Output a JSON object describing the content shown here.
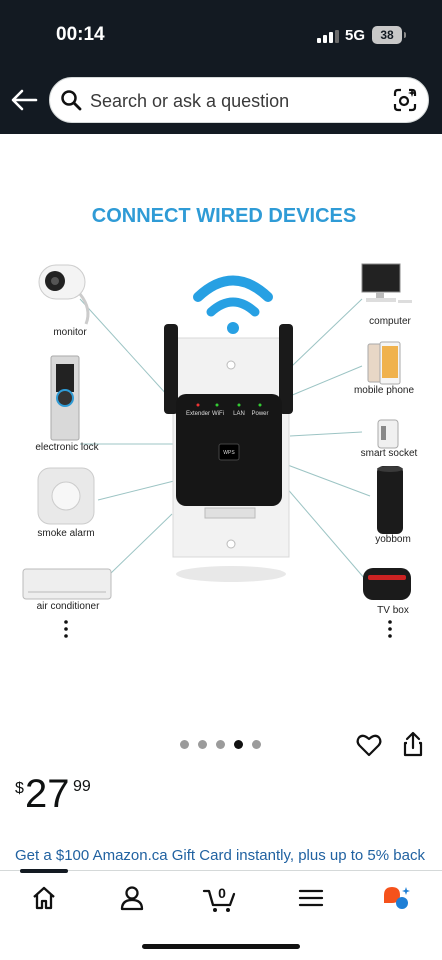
{
  "status_bar": {
    "time": "00:14",
    "network": "5G",
    "battery": "38"
  },
  "search": {
    "placeholder": "Search or ask a question"
  },
  "product_image": {
    "headline": "CONNECT WIRED DEVICES",
    "device_labels": {
      "extender": "Extender",
      "wifi": "WiFi",
      "lan": "LAN",
      "power": "Power",
      "wps": "WPS"
    },
    "left_devices": [
      "monitor",
      "electronic lock",
      "smoke alarm",
      "air conditioner"
    ],
    "right_devices": [
      "computer",
      "mobile phone",
      "smart socket",
      "yobbom",
      "TV box"
    ],
    "carousel": {
      "total": 5,
      "active_index": 3
    }
  },
  "price": {
    "symbol": "$",
    "whole": "27",
    "fraction": "99"
  },
  "promo": {
    "text": "Get a $100 Amazon.ca Gift Card instantly, plus up to 5% back"
  },
  "nav": {
    "items": [
      "home-icon",
      "account-icon",
      "cart-icon",
      "menu-icon",
      "rufus-icon"
    ],
    "cart_count": "0"
  },
  "colors": {
    "header_bg": "#131a22",
    "headline": "#2f9bd6",
    "wifi_blue": "#27a0e3",
    "link": "#2162a1"
  }
}
